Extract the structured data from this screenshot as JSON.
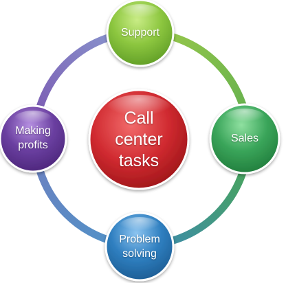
{
  "center": {
    "label": "Call\ncenter\ntasks",
    "color": "#c9282d"
  },
  "nodes": {
    "top": {
      "label": "Support",
      "color": "#8cc63f"
    },
    "right": {
      "label": "Sales",
      "color": "#3aa55a"
    },
    "bottom": {
      "label": "Problem\nsolving",
      "color": "#2f7fc0"
    },
    "left": {
      "label": "Making\nprofits",
      "color": "#6a3fa0"
    }
  },
  "ring": {
    "colors": [
      "#8bc34a",
      "#4caf50",
      "#3f7fb5",
      "#5b9bd5",
      "#7b4fae",
      "#9b6bc9"
    ]
  }
}
